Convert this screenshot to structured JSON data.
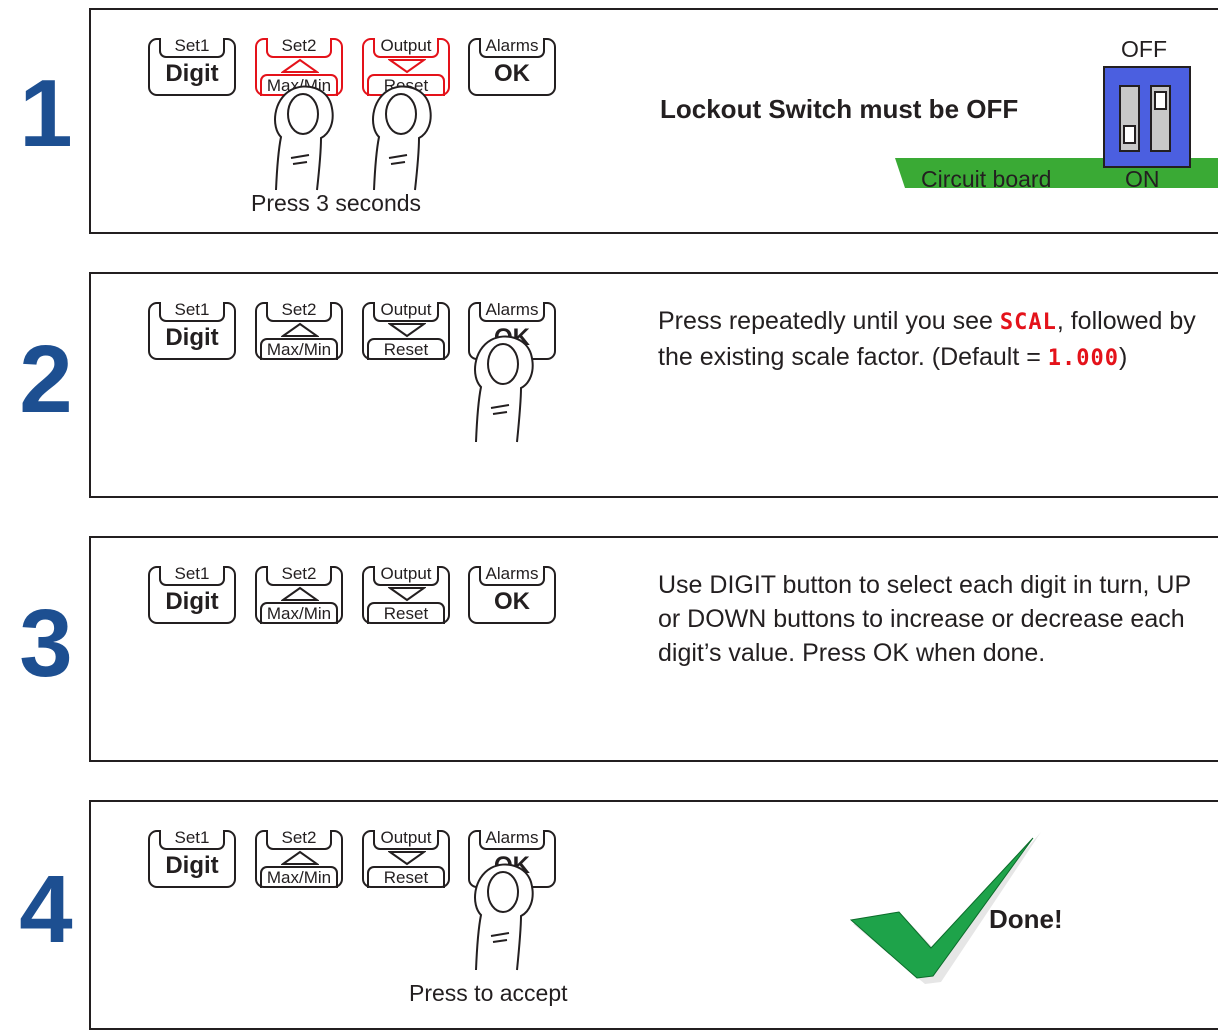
{
  "buttons": {
    "set1": {
      "top": "Set1",
      "main": "Digit"
    },
    "set2": {
      "top": "Set2",
      "bottom": "Max/Min"
    },
    "output": {
      "top": "Output",
      "bottom": "Reset"
    },
    "alarms": {
      "top": "Alarms",
      "main": "OK"
    }
  },
  "steps": [
    {
      "number": "1",
      "caption": "Press 3 seconds",
      "instruction": "Lockout Switch must be OFF",
      "switch": {
        "off_label": "OFF",
        "on_label": "ON",
        "board_label": "Circuit board",
        "switch_color": "#4b5fe0",
        "board_color": "#3aaa35"
      }
    },
    {
      "number": "2",
      "text_part1": "Press repeatedly until you see ",
      "display_scal": "SCAL",
      "text_part2": ", followed by the existing scale factor. (Default = ",
      "display_default": "1.000",
      "text_part3": ")"
    },
    {
      "number": "3",
      "instruction": "Use DIGIT button to select each digit in turn, UP or DOWN buttons to increase or decrease each digit’s value. Press OK when done."
    },
    {
      "number": "4",
      "caption": "Press to accept",
      "result": "Done!",
      "check_color": "#1ea34a"
    }
  ],
  "colors": {
    "step_number": "#1d4f91",
    "highlight": "#e4121a"
  }
}
